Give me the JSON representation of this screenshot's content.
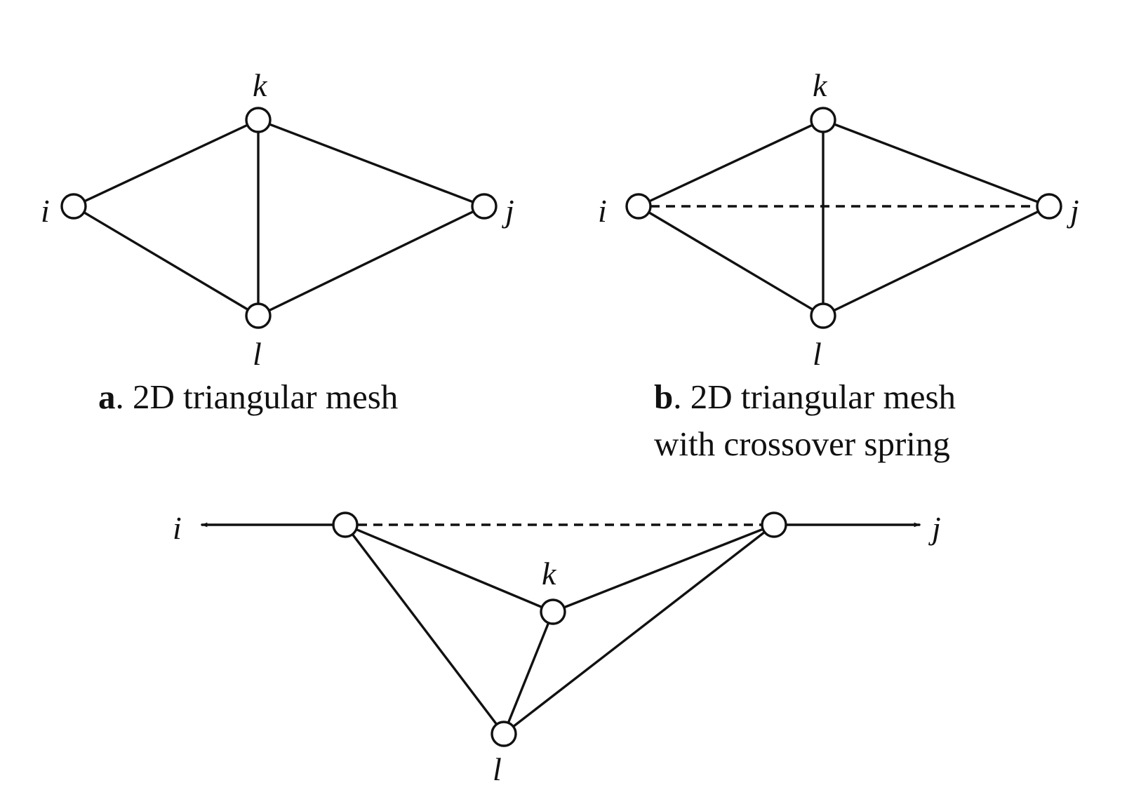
{
  "panels": {
    "a": {
      "letter": "a",
      "caption_rest": ". 2D triangular mesh",
      "nodes": {
        "k": "k",
        "i": "i",
        "j": "j",
        "l": "l"
      }
    },
    "b": {
      "letter": "b",
      "caption_rest": ". 2D triangular mesh",
      "caption_line2": "with crossover spring",
      "nodes": {
        "k": "k",
        "i": "i",
        "j": "j",
        "l": "l"
      }
    },
    "c": {
      "nodes": {
        "i": "i",
        "j": "j",
        "k": "k",
        "l": "l"
      }
    }
  },
  "colors": {
    "stroke": "#111111",
    "node_fill": "#ffffff"
  }
}
